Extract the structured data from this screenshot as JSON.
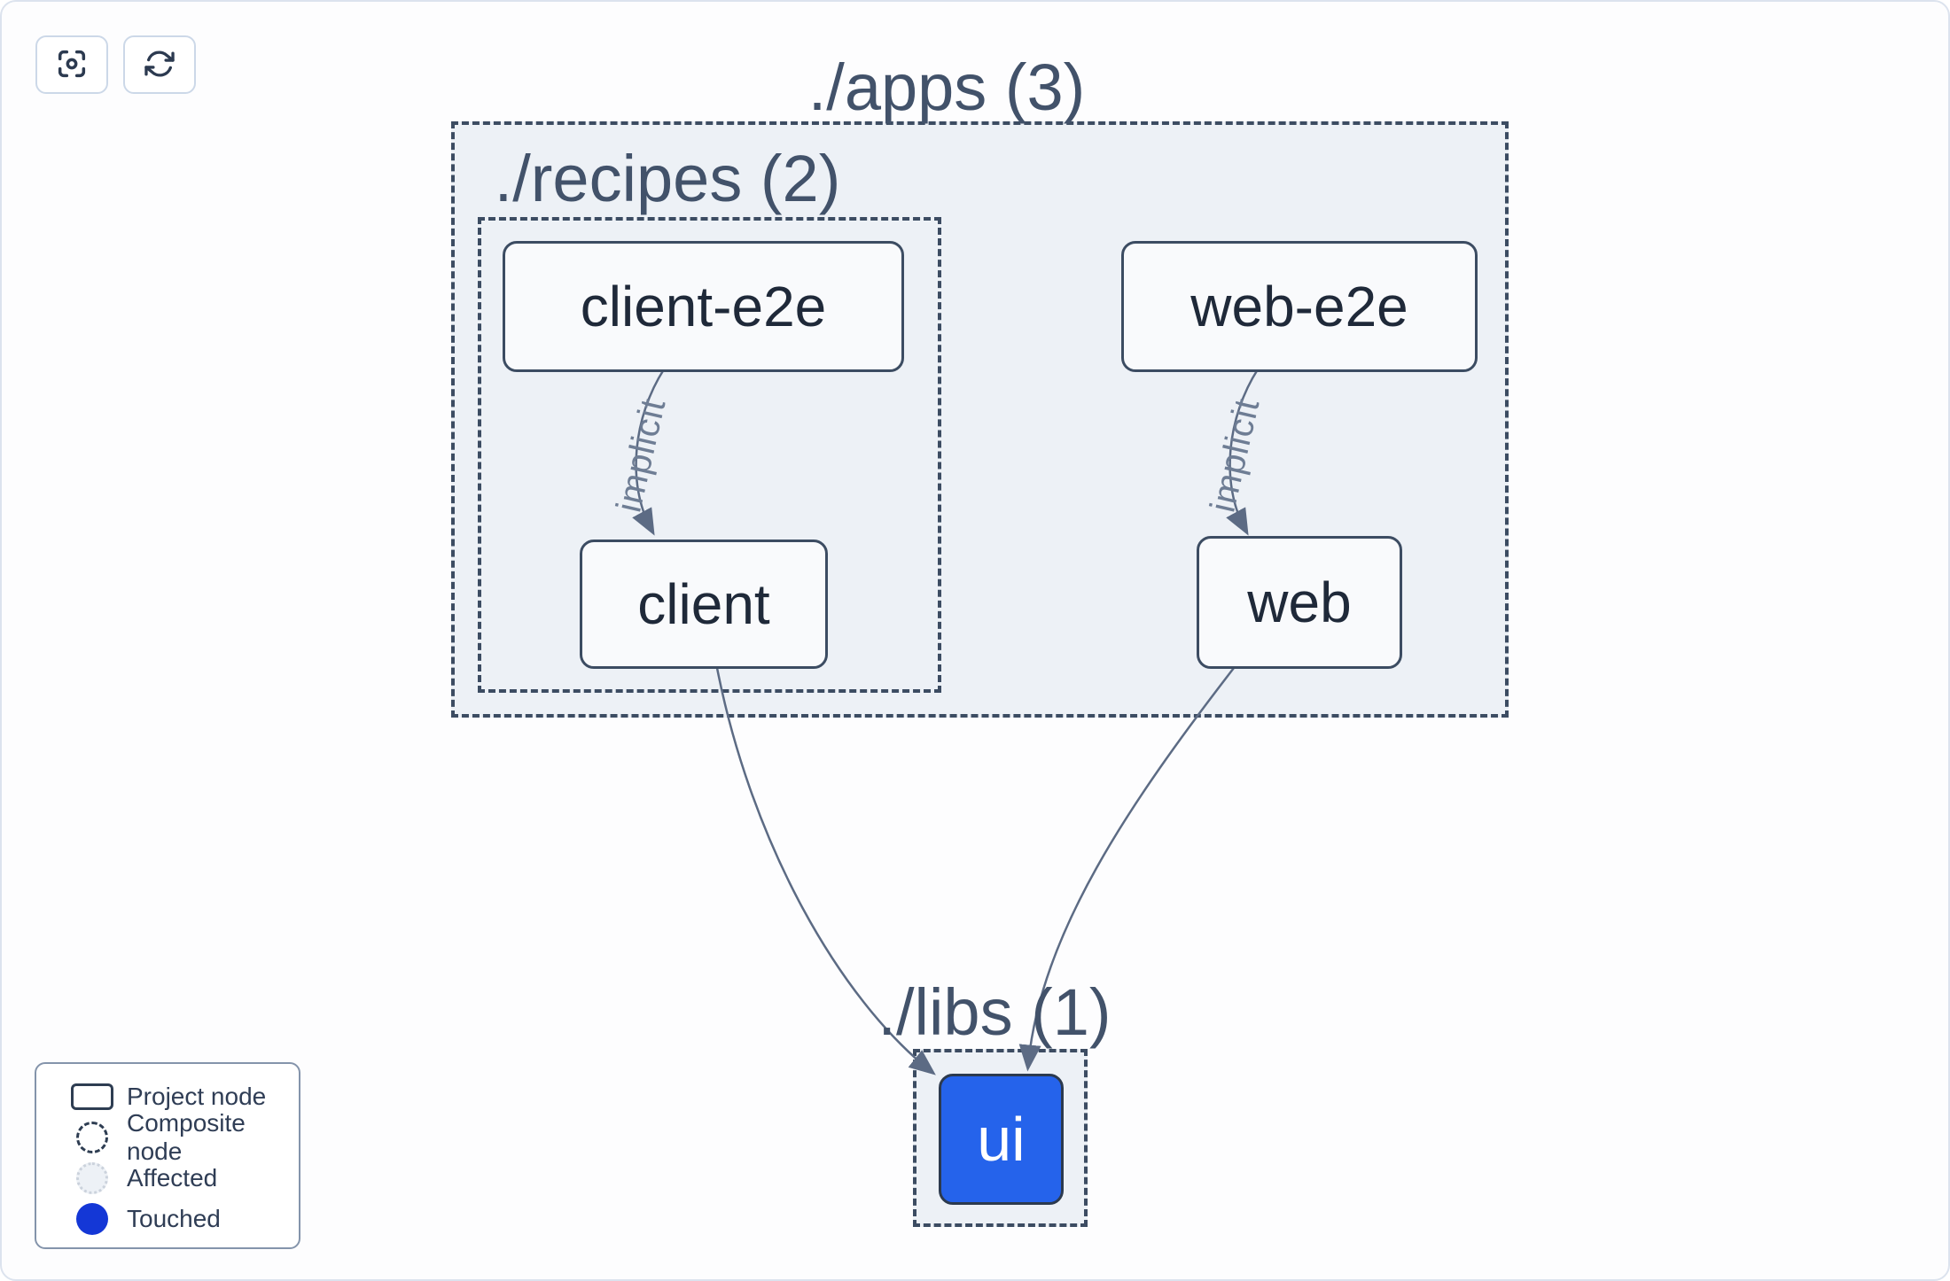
{
  "toolbar": {
    "buttons": [
      {
        "name": "focus-button",
        "icon": "focus-crosshair-icon"
      },
      {
        "name": "refresh-button",
        "icon": "refresh-icon"
      }
    ]
  },
  "graph": {
    "containers": [
      {
        "id": "apps",
        "label": "./apps (3)",
        "type": "composite"
      },
      {
        "id": "recipes",
        "label": "./recipes (2)",
        "type": "composite"
      },
      {
        "id": "libs",
        "label": "./libs (1)",
        "type": "composite"
      }
    ],
    "nodes": [
      {
        "id": "client-e2e",
        "label": "client-e2e",
        "container": "recipes",
        "state": "default"
      },
      {
        "id": "web-e2e",
        "label": "web-e2e",
        "container": "apps",
        "state": "default"
      },
      {
        "id": "client",
        "label": "client",
        "container": "recipes",
        "state": "default"
      },
      {
        "id": "web",
        "label": "web",
        "container": "apps",
        "state": "default"
      },
      {
        "id": "ui",
        "label": "ui",
        "container": "libs",
        "state": "touched"
      }
    ],
    "edges": [
      {
        "from": "client-e2e",
        "to": "client",
        "label": "implicit"
      },
      {
        "from": "web-e2e",
        "to": "web",
        "label": "implicit"
      },
      {
        "from": "client",
        "to": "ui",
        "label": ""
      },
      {
        "from": "web",
        "to": "ui",
        "label": ""
      }
    ]
  },
  "legend": {
    "items": [
      {
        "swatch": "project-node-swatch",
        "label": "Project node"
      },
      {
        "swatch": "composite-node-swatch",
        "label": "Composite node"
      },
      {
        "swatch": "affected-swatch",
        "label": "Affected"
      },
      {
        "swatch": "touched-swatch",
        "label": "Touched"
      }
    ]
  },
  "colors": {
    "touched-blue": "#1437d6",
    "ui-node-blue": "#2563eb",
    "slate-border": "#3c4c62",
    "edge": "#5c6b84",
    "container-fill": "#edf1f6",
    "node-fill": "#f9fafc",
    "node-text": "#1f2939",
    "container-title": "#42526a",
    "edge-label": "#6e7d94",
    "card-border": "#dce3ee",
    "button-border": "#ccd8e8",
    "legend-border": "#8494ab",
    "legend-text": "#2f3d55",
    "page-bg": "#fdfdfe"
  }
}
